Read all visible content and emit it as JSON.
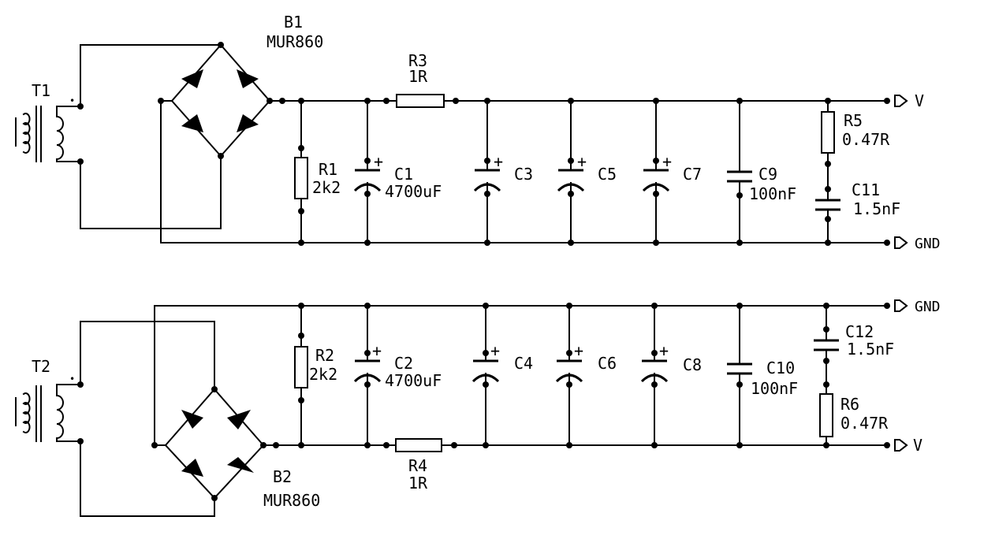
{
  "upper": {
    "transformer": "T1",
    "bridge": {
      "ref": "B1",
      "part": "MUR860"
    },
    "r1": {
      "ref": "R1",
      "value": "2k2"
    },
    "r3": {
      "ref": "R3",
      "value": "1R"
    },
    "c1": {
      "ref": "C1",
      "value": "4700uF"
    },
    "c3": {
      "ref": "C3"
    },
    "c5": {
      "ref": "C5"
    },
    "c7": {
      "ref": "C7"
    },
    "c9": {
      "ref": "C9",
      "value": "100nF"
    },
    "r5": {
      "ref": "R5",
      "value": "0.47R"
    },
    "c11": {
      "ref": "C11",
      "value": "1.5nF"
    },
    "out_v": "V",
    "out_gnd": "GND"
  },
  "lower": {
    "transformer": "T2",
    "bridge": {
      "ref": "B2",
      "part": "MUR860"
    },
    "r2": {
      "ref": "R2",
      "value": "2k2"
    },
    "r4": {
      "ref": "R4",
      "value": "1R"
    },
    "c2": {
      "ref": "C2",
      "value": "4700uF"
    },
    "c4": {
      "ref": "C4"
    },
    "c6": {
      "ref": "C6"
    },
    "c8": {
      "ref": "C8"
    },
    "c10": {
      "ref": "C10",
      "value": "100nF"
    },
    "r6": {
      "ref": "R6",
      "value": "0.47R"
    },
    "c12": {
      "ref": "C12",
      "value": "1.5nF"
    },
    "out_gnd": "GND",
    "out_v": "V"
  },
  "symbols": {
    "polarity": "+"
  }
}
